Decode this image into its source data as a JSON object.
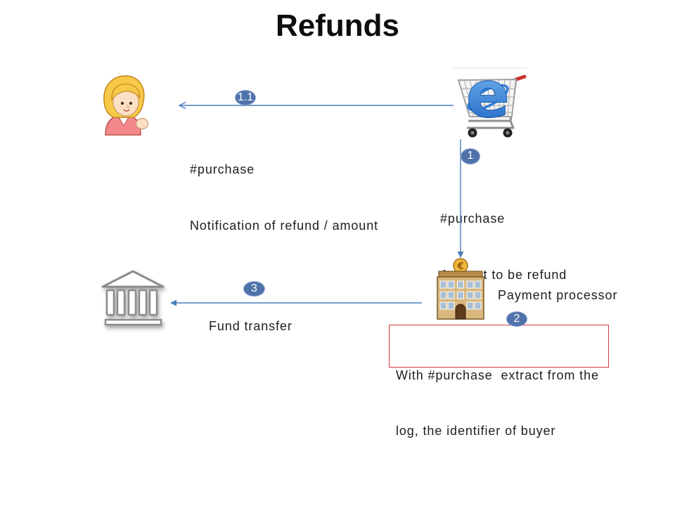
{
  "title": "Refunds",
  "colors": {
    "arrow": "#4a7ebb",
    "badge": "#4f72aa",
    "badge_text": "#ffffff",
    "highlight_border": "#d9383a"
  },
  "actors": {
    "buyer": {
      "icon": "buyer-woman-icon"
    },
    "merchant": {
      "icon": "shopping-cart-icon",
      "logo_letter": "e"
    },
    "payment_processor": {
      "icon": "payment-processor-building-icon",
      "coin_symbol": "€",
      "label": "Payment processor"
    },
    "bank": {
      "icon": "bank-icon"
    }
  },
  "steps": {
    "step_1": {
      "badge": "1",
      "line_1": "#purchase",
      "line_2": "Amount to be refund"
    },
    "step_1_1": {
      "badge": "1.1",
      "line_1": "#purchase",
      "line_2": "Notification of refund / amount"
    },
    "step_2": {
      "badge": "2",
      "line_1": "With #purchase  extract from the",
      "line_2": "log, the identifier of buyer"
    },
    "step_3": {
      "badge": "3",
      "line_1": "Fund transfer"
    }
  }
}
